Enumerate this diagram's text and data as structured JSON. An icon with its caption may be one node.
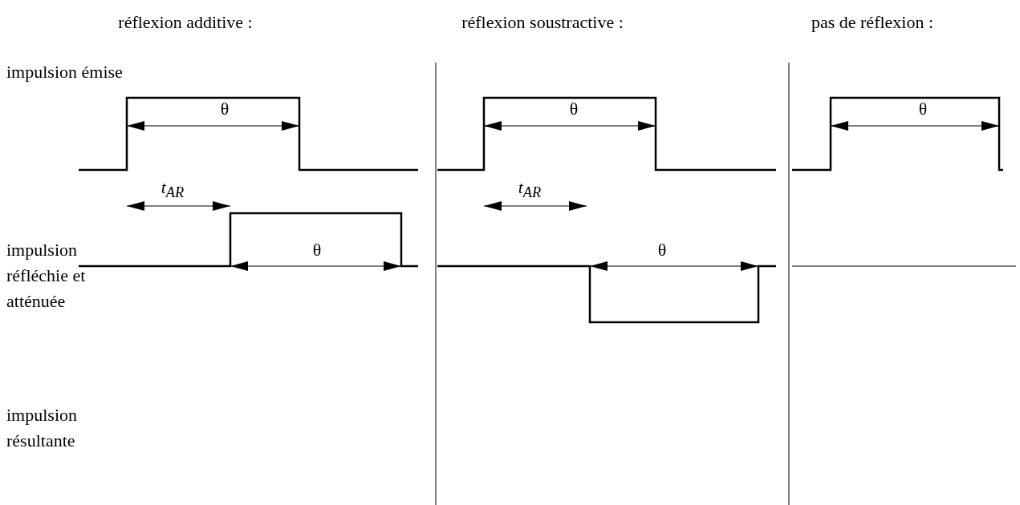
{
  "diagram": {
    "labels": [
      "réflexion additive :",
      "réflexion soustractive :",
      "pas de réflexion :",
      "impulsion émise",
      "θ",
      "θ",
      "θ",
      "t$_{AR}$",
      "t$_{AR}$",
      "impulsion réfléchie et atténuée",
      "θ",
      "θ",
      "impulsion résultante"
    ]
  }
}
